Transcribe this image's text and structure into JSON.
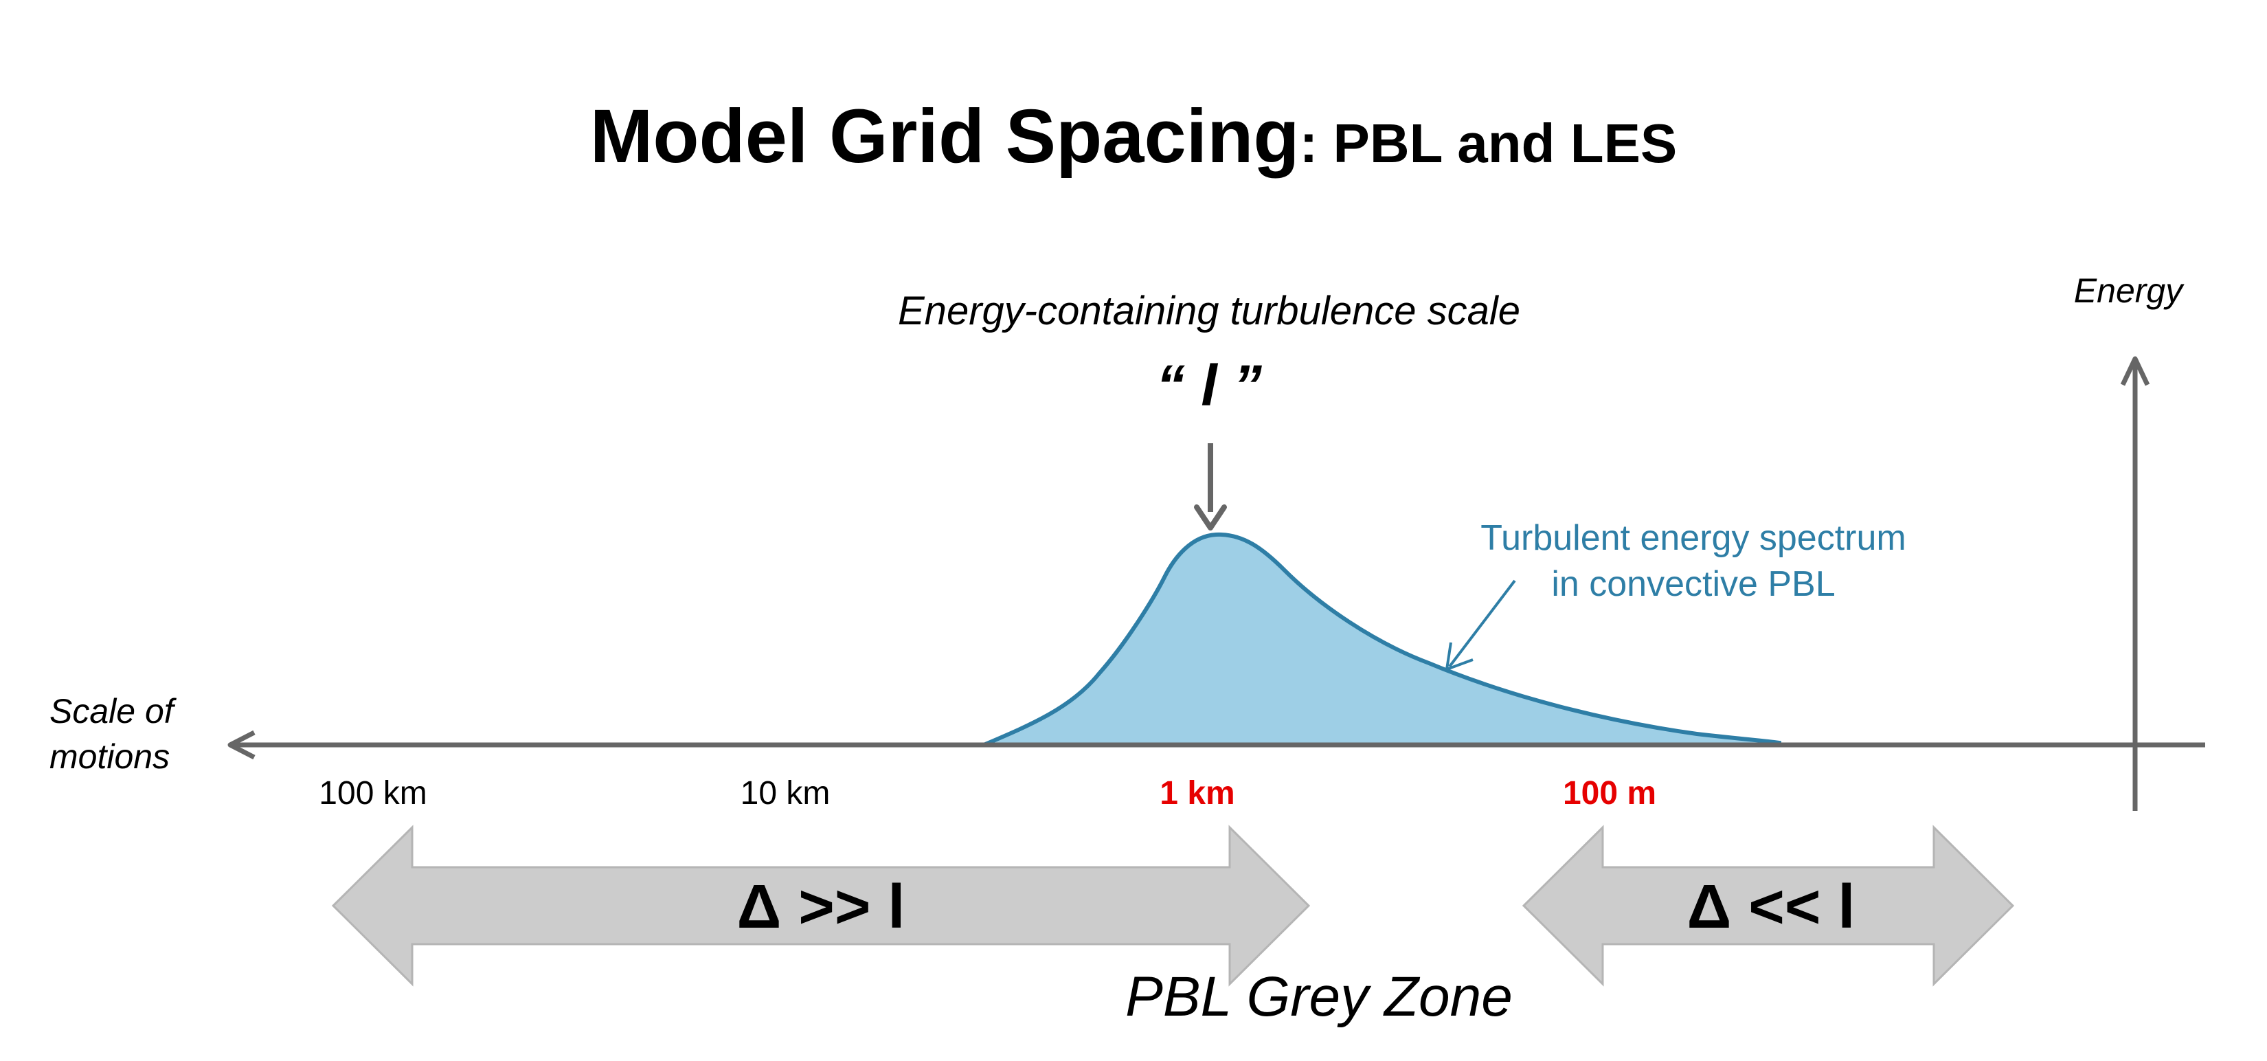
{
  "title": {
    "main": "Model Grid Spacing",
    "sub": ": PBL and LES"
  },
  "annotations": {
    "energy_scale_label": "Energy-containing turbulence scale",
    "l_symbol": "“ l ”",
    "spectrum_label_line1": "Turbulent energy spectrum",
    "spectrum_label_line2": "in convective PBL",
    "grey_zone": "PBL Grey Zone"
  },
  "axes": {
    "x_label_line1": "Scale of",
    "x_label_line2": "motions",
    "y_label": "Energy",
    "ticks": [
      {
        "label": "100 km",
        "highlight": false
      },
      {
        "label": "10 km",
        "highlight": false
      },
      {
        "label": "1 km",
        "highlight": true
      },
      {
        "label": "100 m",
        "highlight": true
      }
    ]
  },
  "regimes": [
    {
      "label": "Δ >> l"
    },
    {
      "label": "Δ << l"
    }
  ],
  "colors": {
    "text": "#000000",
    "axis": "#666666",
    "spectrum_fill": "#9ecfe6",
    "spectrum_stroke": "#2e7ea6",
    "spectrum_label": "#2e7ea6",
    "highlight_tick": "#e60000",
    "regime_arrow_fill": "#cccccc",
    "regime_arrow_stroke": "#b5b5b5"
  }
}
